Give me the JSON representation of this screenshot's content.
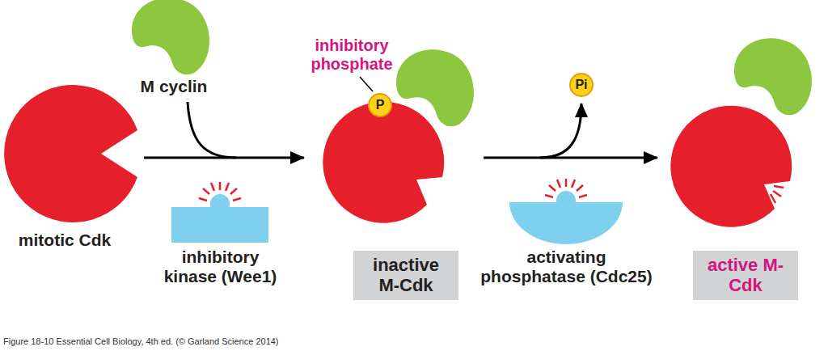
{
  "diagram": {
    "caption": "Figure 18-10 Essential Cell Biology, 4th ed. (© Garland Science 2014)",
    "nodes": [
      {
        "text": [
          "mitotic Cdk"
        ]
      },
      {
        "text": [
          "inactive M-Cdk"
        ]
      },
      {
        "text": [
          "P"
        ],
        "in": 1
      },
      {
        "text": [
          "Pi"
        ]
      },
      {
        "text": [
          "active M-Cdk"
        ]
      }
    ],
    "edges": [
      {
        "from": 0,
        "to": 1,
        "arrow": "to"
      },
      {
        "from": 1,
        "to": 4,
        "arrow": "to"
      }
    ],
    "labels": [
      "M cyclin",
      "inhibitory phosphate",
      "inhibitory kinase (Wee1)",
      "activating phosphatase (Cdc25)"
    ]
  }
}
